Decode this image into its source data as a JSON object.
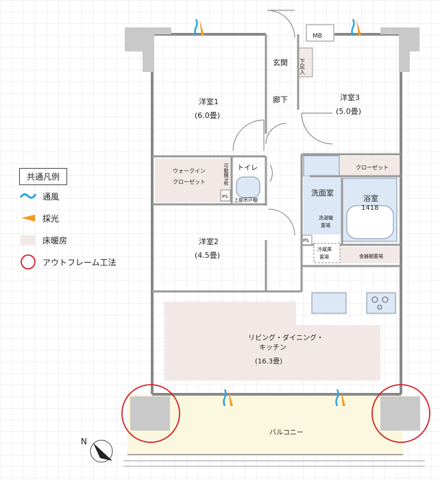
{
  "rooms": {
    "bedroom1": {
      "name": "洋室1",
      "size": "(6.0畳)"
    },
    "bedroom2": {
      "name": "洋室2",
      "size": "(4.5畳)"
    },
    "bedroom3": {
      "name": "洋室3",
      "size": "(5.0畳)"
    },
    "hallway": "廊下",
    "entrance": "玄関",
    "walkin1": "ウォークイン",
    "walkin2": "クローゼット",
    "toilet": "トイレ",
    "toilet_shelf": "上部吊戸棚",
    "washroom": "洗面室",
    "bath": "浴室",
    "bath_size": "1418",
    "closet": "クローゼット",
    "washer1": "洗濯機",
    "washer2": "置場",
    "fridge1": "冷蔵庫",
    "fridge2": "置場",
    "dish_shelf": "食器棚置場",
    "ldk1": "リビング・ダイニング・",
    "ldk2": "キッチン",
    "ldk_size": "(16.3畳)",
    "balcony": "バルコニー",
    "mb": "MB",
    "ps": "PS",
    "shoe": "下足入",
    "shelf_v": "可動棚3枚"
  },
  "legend": {
    "title": "共通凡例",
    "items": [
      {
        "icon": "wave-icon",
        "label": "通風"
      },
      {
        "icon": "light-icon",
        "label": "採光"
      },
      {
        "icon": "floor-heating-swatch",
        "label": "床暖房"
      },
      {
        "icon": "circle-icon",
        "label": "アウトフレーム工法"
      }
    ]
  },
  "compass": "N",
  "colors": {
    "heating": "#f2e9e7",
    "balcony": "#fbf8df",
    "wet_area": "#dce8f5",
    "pillar": "#c9c9c9",
    "wind": "#2aa6de",
    "light": "#f29b1e",
    "circle": "#d2232a"
  }
}
